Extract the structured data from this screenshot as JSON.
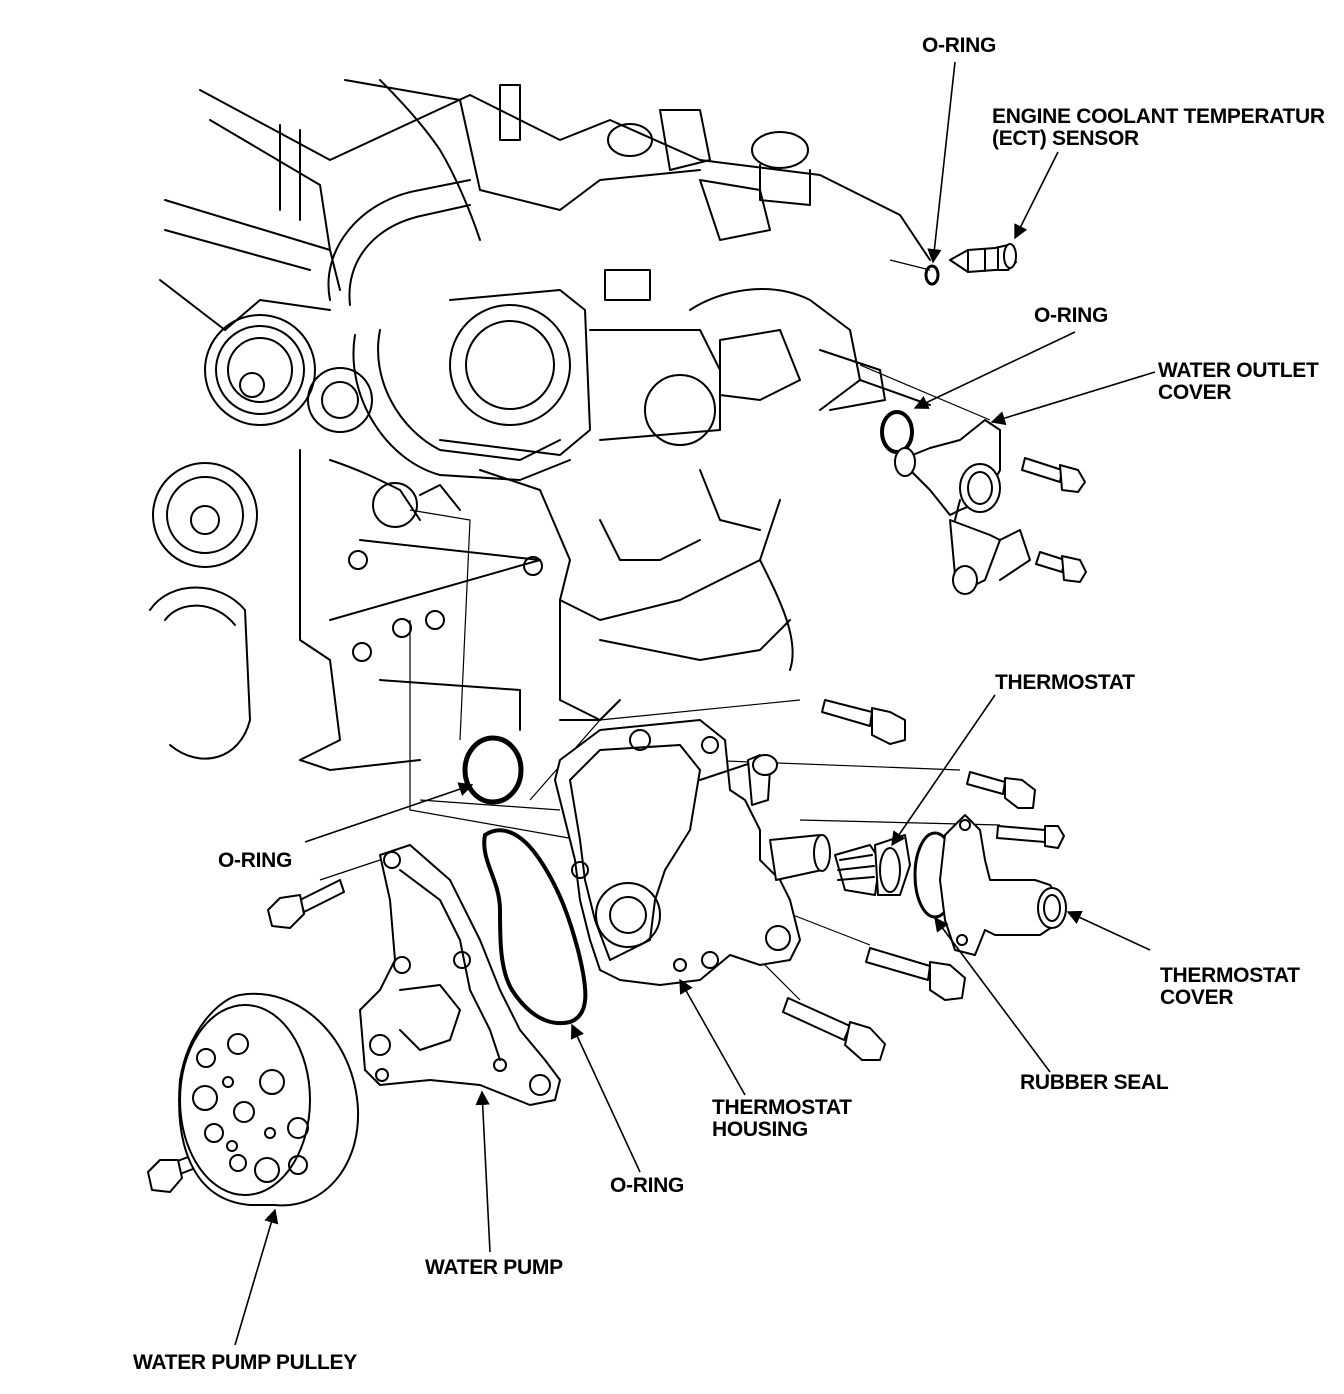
{
  "labels": {
    "o_ring_top": "O-RING",
    "ect_sensor": "ENGINE COOLANT TEMPERATUR\n(ECT) SENSOR",
    "o_ring_outlet": "O-RING",
    "water_outlet_cover": "WATER OUTLET\nCOVER",
    "thermostat": "THERMOSTAT",
    "o_ring_pump": "O-RING",
    "thermostat_cover": "THERMOSTAT\nCOVER",
    "rubber_seal": "RUBBER SEAL",
    "thermostat_housing": "THERMOSTAT\nHOUSING",
    "o_ring_housing": "O-RING",
    "water_pump": "WATER PUMP",
    "water_pump_pulley": "WATER PUMP PULLEY"
  }
}
